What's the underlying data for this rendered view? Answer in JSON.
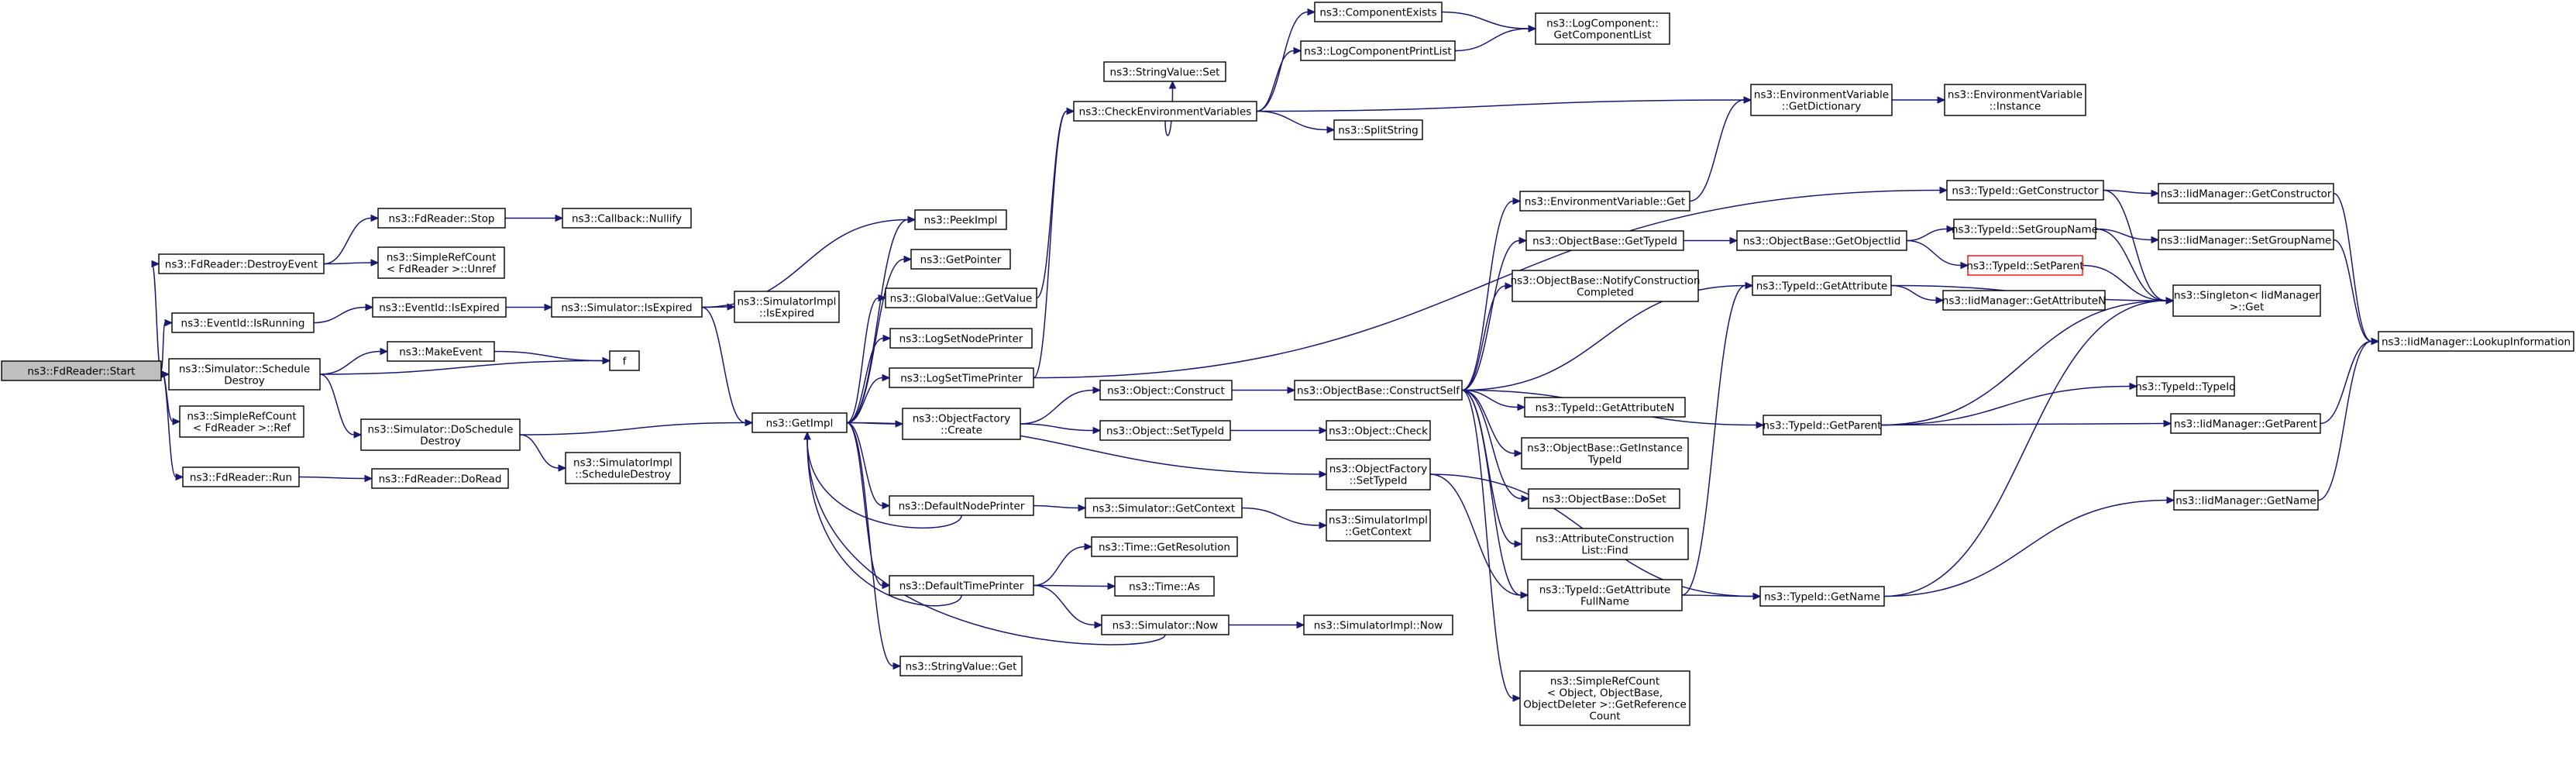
{
  "colors": {
    "edge": "#191970",
    "root_fill": "#bfbfbf",
    "highlight_border": "#ff0000"
  },
  "nodes": [
    {
      "id": "start",
      "label": [
        "ns3::FdReader::Start"
      ],
      "root": true
    },
    {
      "id": "destroyEvent",
      "label": [
        "ns3::FdReader::DestroyEvent"
      ]
    },
    {
      "id": "isRunning",
      "label": [
        "ns3::EventId::IsRunning"
      ]
    },
    {
      "id": "schedDestroy",
      "label": [
        "ns3::Simulator::Schedule",
        "Destroy"
      ]
    },
    {
      "id": "refcountRef",
      "label": [
        "ns3::SimpleRefCount",
        "< FdReader >::Ref"
      ]
    },
    {
      "id": "fdRun",
      "label": [
        "ns3::FdReader::Run"
      ]
    },
    {
      "id": "fdStop",
      "label": [
        "ns3::FdReader::Stop"
      ]
    },
    {
      "id": "refcountUnref",
      "label": [
        "ns3::SimpleRefCount",
        "< FdReader >::Unref"
      ]
    },
    {
      "id": "isExpired",
      "label": [
        "ns3::EventId::IsExpired"
      ]
    },
    {
      "id": "makeEvent",
      "label": [
        "ns3::MakeEvent"
      ]
    },
    {
      "id": "doSchedDestroy",
      "label": [
        "ns3::Simulator::DoSchedule",
        "Destroy"
      ]
    },
    {
      "id": "doRead",
      "label": [
        "ns3::FdReader::DoRead"
      ]
    },
    {
      "id": "nullify",
      "label": [
        "ns3::Callback::Nullify"
      ]
    },
    {
      "id": "simIsExpired",
      "label": [
        "ns3::Simulator::IsExpired"
      ]
    },
    {
      "id": "f",
      "label": [
        "f"
      ]
    },
    {
      "id": "simImplIsExpired",
      "label": [
        "ns3::SimulatorImpl",
        "::IsExpired"
      ]
    },
    {
      "id": "simImplSchedDestroy",
      "label": [
        "ns3::SimulatorImpl",
        "::ScheduleDestroy"
      ]
    },
    {
      "id": "getImpl",
      "label": [
        "ns3::GetImpl"
      ]
    },
    {
      "id": "peekImpl",
      "label": [
        "ns3::PeekImpl"
      ]
    },
    {
      "id": "getPointer",
      "label": [
        "ns3::GetPointer"
      ]
    },
    {
      "id": "globalValueGet",
      "label": [
        "ns3::GlobalValue::GetValue"
      ]
    },
    {
      "id": "logNodePrinter",
      "label": [
        "ns3::LogSetNodePrinter"
      ]
    },
    {
      "id": "logTimePrinter",
      "label": [
        "ns3::LogSetTimePrinter"
      ]
    },
    {
      "id": "objFactoryCreate",
      "label": [
        "ns3::ObjectFactory",
        "::Create"
      ]
    },
    {
      "id": "defaultNodePrinter",
      "label": [
        "ns3::DefaultNodePrinter"
      ]
    },
    {
      "id": "defaultTimePrinter",
      "label": [
        "ns3::DefaultTimePrinter"
      ]
    },
    {
      "id": "stringValueGet",
      "label": [
        "ns3::StringValue::Get"
      ]
    },
    {
      "id": "stringValueSet",
      "label": [
        "ns3::StringValue::Set"
      ]
    },
    {
      "id": "checkEnvVars",
      "label": [
        "ns3::CheckEnvironmentVariables"
      ]
    },
    {
      "id": "objConstruct",
      "label": [
        "ns3::Object::Construct"
      ]
    },
    {
      "id": "objSetTypeId",
      "label": [
        "ns3::Object::SetTypeId"
      ]
    },
    {
      "id": "simGetContext",
      "label": [
        "ns3::Simulator::GetContext"
      ]
    },
    {
      "id": "timeGetRes",
      "label": [
        "ns3::Time::GetResolution"
      ]
    },
    {
      "id": "timeAs",
      "label": [
        "ns3::Time::As"
      ]
    },
    {
      "id": "simNow",
      "label": [
        "ns3::Simulator::Now"
      ]
    },
    {
      "id": "componentExists",
      "label": [
        "ns3::ComponentExists"
      ]
    },
    {
      "id": "logCompPrintList",
      "label": [
        "ns3::LogComponentPrintList"
      ]
    },
    {
      "id": "splitString",
      "label": [
        "ns3::SplitString"
      ]
    },
    {
      "id": "objBaseConstructSelf",
      "label": [
        "ns3::ObjectBase::ConstructSelf"
      ]
    },
    {
      "id": "objCheck",
      "label": [
        "ns3::Object::Check"
      ]
    },
    {
      "id": "objFactorySetTypeId",
      "label": [
        "ns3::ObjectFactory",
        "::SetTypeId"
      ]
    },
    {
      "id": "simImplGetContext",
      "label": [
        "ns3::SimulatorImpl",
        "::GetContext"
      ]
    },
    {
      "id": "simImplNow",
      "label": [
        "ns3::SimulatorImpl::Now"
      ]
    },
    {
      "id": "logCompGetList",
      "label": [
        "ns3::LogComponent::",
        "GetComponentList"
      ]
    },
    {
      "id": "envVarGet",
      "label": [
        "ns3::EnvironmentVariable::Get"
      ]
    },
    {
      "id": "objBaseGetTypeId",
      "label": [
        "ns3::ObjectBase::GetTypeId"
      ]
    },
    {
      "id": "objBaseNotify",
      "label": [
        "ns3::ObjectBase::NotifyConstruction",
        "Completed"
      ]
    },
    {
      "id": "typeIdGetAttrN",
      "label": [
        "ns3::TypeId::GetAttributeN"
      ]
    },
    {
      "id": "objBaseGetInstanceTypeId",
      "label": [
        "ns3::ObjectBase::GetInstance",
        "TypeId"
      ]
    },
    {
      "id": "objBaseDoSet",
      "label": [
        "ns3::ObjectBase::DoSet"
      ]
    },
    {
      "id": "attrConstrListFind",
      "label": [
        "ns3::AttributeConstruction",
        "List::Find"
      ]
    },
    {
      "id": "typeIdGetAttrFullName",
      "label": [
        "ns3::TypeId::GetAttribute",
        "FullName"
      ]
    },
    {
      "id": "simpleRefCountGetRef",
      "label": [
        "ns3::SimpleRefCount",
        "< Object, ObjectBase,",
        "ObjectDeleter >::GetReference",
        "Count"
      ]
    },
    {
      "id": "envVarGetDict",
      "label": [
        "ns3::EnvironmentVariable",
        "::GetDictionary"
      ]
    },
    {
      "id": "objBaseGetObjectIid",
      "label": [
        "ns3::ObjectBase::GetObjectIid"
      ]
    },
    {
      "id": "typeIdGetAttribute",
      "label": [
        "ns3::TypeId::GetAttribute"
      ]
    },
    {
      "id": "typeIdGetParent",
      "label": [
        "ns3::TypeId::GetParent"
      ]
    },
    {
      "id": "typeIdGetName",
      "label": [
        "ns3::TypeId::GetName"
      ]
    },
    {
      "id": "envVarInstance",
      "label": [
        "ns3::EnvironmentVariable",
        "::Instance"
      ]
    },
    {
      "id": "typeIdGetConstructor",
      "label": [
        "ns3::TypeId::GetConstructor"
      ]
    },
    {
      "id": "typeIdSetGroupName",
      "label": [
        "ns3::TypeId::SetGroupName"
      ]
    },
    {
      "id": "typeIdSetParent",
      "label": [
        "ns3::TypeId::SetParent"
      ],
      "red": true
    },
    {
      "id": "iidMgrGetAttrN",
      "label": [
        "ns3::IidManager::GetAttributeN"
      ]
    },
    {
      "id": "typeIdTypeId",
      "label": [
        "ns3::TypeId::TypeId"
      ]
    },
    {
      "id": "iidMgrGetConstructor",
      "label": [
        "ns3::IidManager::GetConstructor"
      ]
    },
    {
      "id": "iidMgrSetGroupName",
      "label": [
        "ns3::IidManager::SetGroupName"
      ]
    },
    {
      "id": "singletonGet",
      "label": [
        "ns3::Singleton< IidManager",
        ">::Get"
      ]
    },
    {
      "id": "iidMgrGetParent",
      "label": [
        "ns3::IidManager::GetParent"
      ]
    },
    {
      "id": "iidMgrGetName",
      "label": [
        "ns3::IidManager::GetName"
      ]
    },
    {
      "id": "iidMgrLookup",
      "label": [
        "ns3::IidManager::LookupInformation"
      ]
    }
  ],
  "edges": [
    [
      "start",
      "destroyEvent"
    ],
    [
      "start",
      "isRunning"
    ],
    [
      "start",
      "schedDestroy"
    ],
    [
      "start",
      "refcountRef"
    ],
    [
      "start",
      "fdRun"
    ],
    [
      "destroyEvent",
      "fdStop"
    ],
    [
      "destroyEvent",
      "refcountUnref"
    ],
    [
      "fdStop",
      "nullify"
    ],
    [
      "isRunning",
      "isExpired"
    ],
    [
      "isExpired",
      "simIsExpired"
    ],
    [
      "simIsExpired",
      "simImplIsExpired"
    ],
    [
      "simIsExpired",
      "getImpl"
    ],
    [
      "simIsExpired",
      "peekImpl"
    ],
    [
      "schedDestroy",
      "makeEvent"
    ],
    [
      "schedDestroy",
      "f"
    ],
    [
      "schedDestroy",
      "doSchedDestroy"
    ],
    [
      "makeEvent",
      "f"
    ],
    [
      "doSchedDestroy",
      "getImpl"
    ],
    [
      "doSchedDestroy",
      "simImplSchedDestroy"
    ],
    [
      "fdRun",
      "doRead"
    ],
    [
      "getImpl",
      "peekImpl"
    ],
    [
      "getImpl",
      "getPointer"
    ],
    [
      "getImpl",
      "globalValueGet"
    ],
    [
      "getImpl",
      "logNodePrinter"
    ],
    [
      "getImpl",
      "logTimePrinter"
    ],
    [
      "getImpl",
      "objFactoryCreate"
    ],
    [
      "getImpl",
      "defaultNodePrinter"
    ],
    [
      "getImpl",
      "defaultTimePrinter"
    ],
    [
      "getImpl",
      "stringValueGet"
    ],
    [
      "getImpl",
      "objFactorySetTypeId"
    ],
    [
      "defaultNodePrinter",
      "getImpl"
    ],
    [
      "defaultTimePrinter",
      "getImpl"
    ],
    [
      "simNow",
      "getImpl"
    ],
    [
      "globalValueGet",
      "checkEnvVars"
    ],
    [
      "logTimePrinter",
      "checkEnvVars"
    ],
    [
      "checkEnvVars",
      "stringValueSet"
    ],
    [
      "checkEnvVars",
      "componentExists"
    ],
    [
      "checkEnvVars",
      "logCompPrintList"
    ],
    [
      "checkEnvVars",
      "splitString"
    ],
    [
      "checkEnvVars",
      "envVarGetDict"
    ],
    [
      "componentExists",
      "logCompGetList"
    ],
    [
      "logCompPrintList",
      "logCompGetList"
    ],
    [
      "objFactoryCreate",
      "objConstruct"
    ],
    [
      "objFactoryCreate",
      "objSetTypeId"
    ],
    [
      "objConstruct",
      "objBaseConstructSelf"
    ],
    [
      "objSetTypeId",
      "objCheck"
    ],
    [
      "defaultNodePrinter",
      "simGetContext"
    ],
    [
      "simGetContext",
      "simImplGetContext"
    ],
    [
      "defaultTimePrinter",
      "timeGetRes"
    ],
    [
      "defaultTimePrinter",
      "timeAs"
    ],
    [
      "defaultTimePrinter",
      "simNow"
    ],
    [
      "simNow",
      "simImplNow"
    ],
    [
      "objFactorySetTypeId",
      "typeIdGetAttrFullName"
    ],
    [
      "objFactorySetTypeId",
      "typeIdGetName"
    ],
    [
      "logTimePrinter",
      "typeIdGetConstructor"
    ],
    [
      "objBaseConstructSelf",
      "envVarGet"
    ],
    [
      "objBaseConstructSelf",
      "objBaseGetTypeId"
    ],
    [
      "objBaseConstructSelf",
      "objBaseNotify"
    ],
    [
      "objBaseConstructSelf",
      "typeIdGetAttribute"
    ],
    [
      "objBaseConstructSelf",
      "typeIdGetAttrN"
    ],
    [
      "objBaseConstructSelf",
      "typeIdGetParent"
    ],
    [
      "objBaseConstructSelf",
      "objBaseGetInstanceTypeId"
    ],
    [
      "objBaseConstructSelf",
      "objBaseDoSet"
    ],
    [
      "objBaseConstructSelf",
      "attrConstrListFind"
    ],
    [
      "objBaseConstructSelf",
      "typeIdGetAttrFullName"
    ],
    [
      "objBaseConstructSelf",
      "simpleRefCountGetRef"
    ],
    [
      "envVarGet",
      "envVarGetDict"
    ],
    [
      "envVarGetDict",
      "envVarInstance"
    ],
    [
      "objBaseGetTypeId",
      "objBaseGetObjectIid"
    ],
    [
      "objBaseGetObjectIid",
      "typeIdSetGroupName"
    ],
    [
      "objBaseGetObjectIid",
      "typeIdSetParent"
    ],
    [
      "typeIdGetConstructor",
      "iidMgrGetConstructor"
    ],
    [
      "typeIdGetConstructor",
      "singletonGet"
    ],
    [
      "typeIdSetGroupName",
      "iidMgrSetGroupName"
    ],
    [
      "typeIdSetGroupName",
      "singletonGet"
    ],
    [
      "typeIdSetParent",
      "singletonGet"
    ],
    [
      "typeIdGetAttribute",
      "singletonGet"
    ],
    [
      "typeIdGetAttribute",
      "iidMgrGetAttrN"
    ],
    [
      "typeIdGetParent",
      "typeIdTypeId"
    ],
    [
      "typeIdGetParent",
      "iidMgrGetParent"
    ],
    [
      "typeIdGetParent",
      "singletonGet"
    ],
    [
      "typeIdGetAttrFullName",
      "typeIdGetAttribute"
    ],
    [
      "typeIdGetAttrFullName",
      "typeIdGetName"
    ],
    [
      "typeIdGetName",
      "singletonGet"
    ],
    [
      "typeIdGetName",
      "iidMgrGetName"
    ],
    [
      "iidMgrGetConstructor",
      "iidMgrLookup"
    ],
    [
      "iidMgrSetGroupName",
      "iidMgrLookup"
    ],
    [
      "iidMgrGetParent",
      "iidMgrLookup"
    ],
    [
      "iidMgrGetName",
      "iidMgrLookup"
    ]
  ]
}
